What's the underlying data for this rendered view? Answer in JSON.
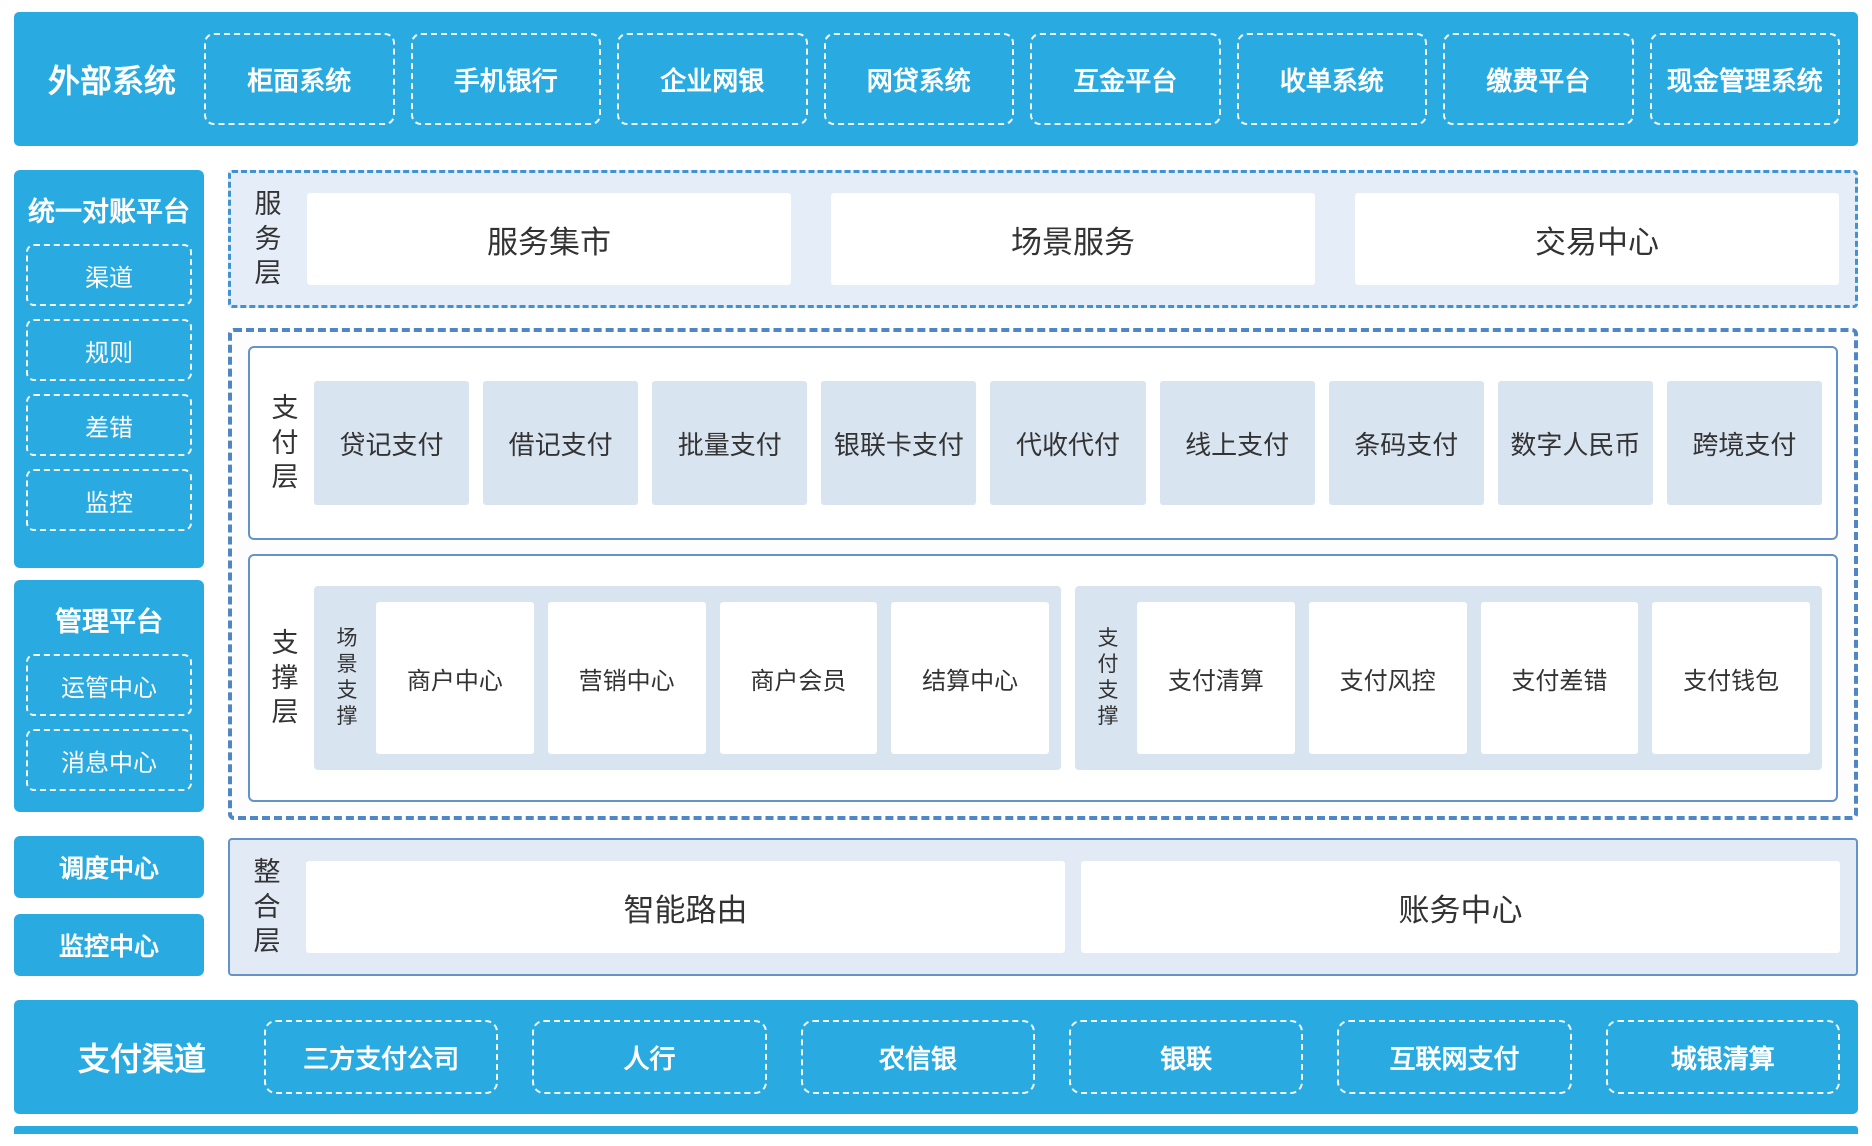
{
  "colors": {
    "brand_blue": "#29ABE2",
    "panel_light_blue": "#E1EAF5",
    "box_light_blue": "#D9E4F1",
    "solid_border_blue": "#6494C7",
    "dashed_border_blue": "#4E86C6",
    "text_dark": "#333333"
  },
  "external_systems": {
    "title": "外部系统",
    "items": [
      "柜面系统",
      "手机银行",
      "企业网银",
      "网贷系统",
      "互金平台",
      "收单系统",
      "缴费平台",
      "现金管理系统"
    ]
  },
  "sidebar": {
    "reconciliation": {
      "title": "统一对账平台",
      "items": [
        "渠道",
        "规则",
        "差错",
        "监控"
      ]
    },
    "management": {
      "title": "管理平台",
      "items": [
        "运管中心",
        "消息中心"
      ]
    },
    "scheduling": "调度中心",
    "monitoring": "监控中心"
  },
  "service_layer": {
    "label": "服务层",
    "items": [
      "服务集市",
      "场景服务",
      "交易中心"
    ]
  },
  "payment_layer": {
    "label": "支付层",
    "items": [
      "贷记支付",
      "借记支付",
      "批量支付",
      "银联卡支付",
      "代收代付",
      "线上支付",
      "条码支付",
      "数字人民币",
      "跨境支付"
    ]
  },
  "support_layer": {
    "label": "支撑层",
    "groups": [
      {
        "label": "场景支撑",
        "items": [
          "商户中心",
          "营销中心",
          "商户会员",
          "结算中心"
        ]
      },
      {
        "label": "支付支撑",
        "items": [
          "支付清算",
          "支付风控",
          "支付差错",
          "支付钱包"
        ]
      }
    ]
  },
  "integration_layer": {
    "label": "整合层",
    "items": [
      "智能路由",
      "账务中心"
    ]
  },
  "payment_channels": {
    "title": "支付渠道",
    "items": [
      "三方支付公司",
      "人行",
      "农信银",
      "银联",
      "互联网支付",
      "城银清算"
    ]
  }
}
